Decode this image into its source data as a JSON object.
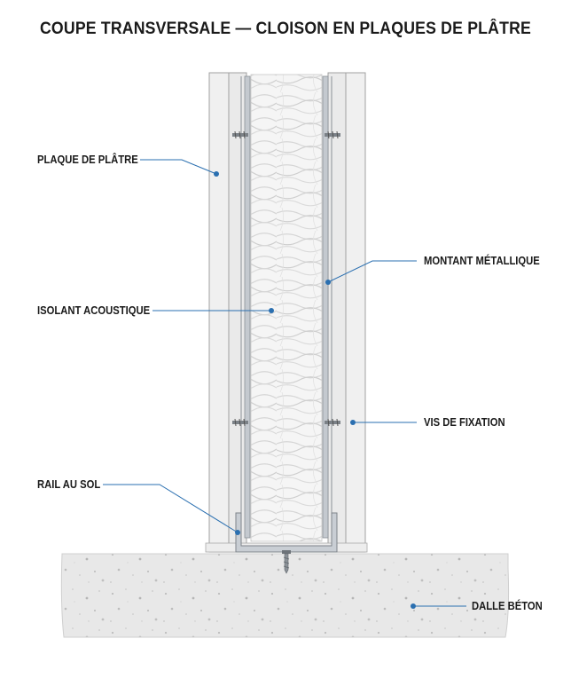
{
  "title": "COUPE TRANSVERSALE — CLOISON EN PLAQUES DE PLÂTRE",
  "labels": {
    "plaque": "PLAQUE DE PLÂTRE",
    "isolant": "ISOLANT ACOUSTIQUE",
    "rail": "RAIL AU SOL",
    "montant": "MONTANT MÉTALLIQUE",
    "vis": "VIS DE FIXATION",
    "dalle": "DALLE BÉTON"
  },
  "colors": {
    "leader": "#2a6fb0",
    "board": "#f2f2f2",
    "board_edge": "#9a9a9a",
    "metal": "#b9bec4",
    "concrete": "#e9e9e9",
    "text": "#1a1a1a"
  }
}
